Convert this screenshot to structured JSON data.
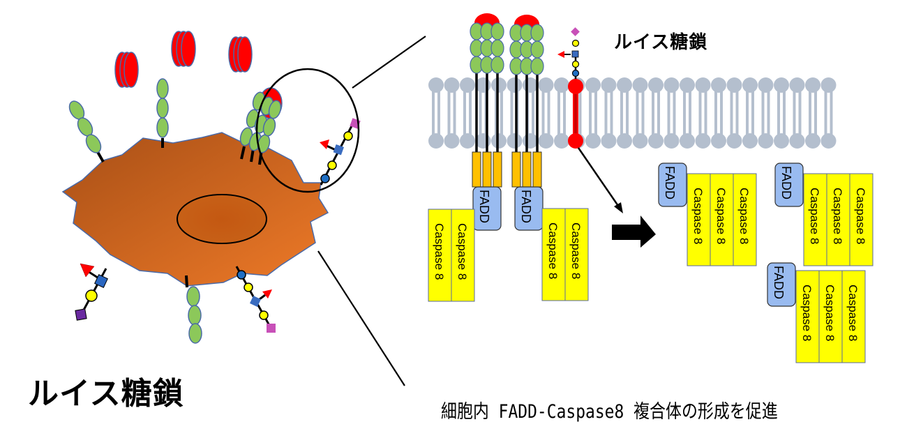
{
  "labels": {
    "left_title": "ルイス糖鎖",
    "right_title": "ルイス糖鎖",
    "caption": "細胞内 FADD-Caspase8 複合体の形成を促進",
    "fadd": "FADD",
    "caspase": "Caspase 8"
  },
  "colors": {
    "cell_dark": "#b3561a",
    "cell_light": "#e8772a",
    "cell_outline": "#4a6aa8",
    "nucleus": "#c25a14",
    "receptor_green": "#8cc85a",
    "receptor_outline": "#4a6aa8",
    "ligand_red": "#ff0000",
    "membrane_gray": "#b0bccc",
    "death_domain": "#ffc000",
    "fadd_blue": "#99bbf0",
    "caspase_yellow": "#ffff00",
    "glycan_yellow": "#ffff00",
    "glycan_blue_circle": "#1f6fc4",
    "glycan_blue_square": "#3a6cc0",
    "glycan_fucose": "#ff0000",
    "glycan_sialic": "#c850b8",
    "glycan_purple": "#6a2aa0"
  },
  "complexes": {
    "membrane_bound": [
      {
        "fadd": "FADD",
        "caspases": [
          "Caspase 8",
          "Caspase 8"
        ]
      },
      {
        "fadd": "FADD",
        "caspases": [
          "Caspase 8",
          "Caspase 8"
        ]
      }
    ],
    "intracellular": [
      {
        "fadd": "FADD",
        "caspases": [
          "Caspase 8",
          "Caspase 8",
          "Caspase 8"
        ]
      },
      {
        "fadd": "FADD",
        "caspases": [
          "Caspase 8",
          "Caspase 8",
          "Caspase 8"
        ]
      },
      {
        "fadd": "FADD",
        "caspases": [
          "Caspase 8",
          "Caspase 8",
          "Caspase 8"
        ]
      }
    ]
  }
}
